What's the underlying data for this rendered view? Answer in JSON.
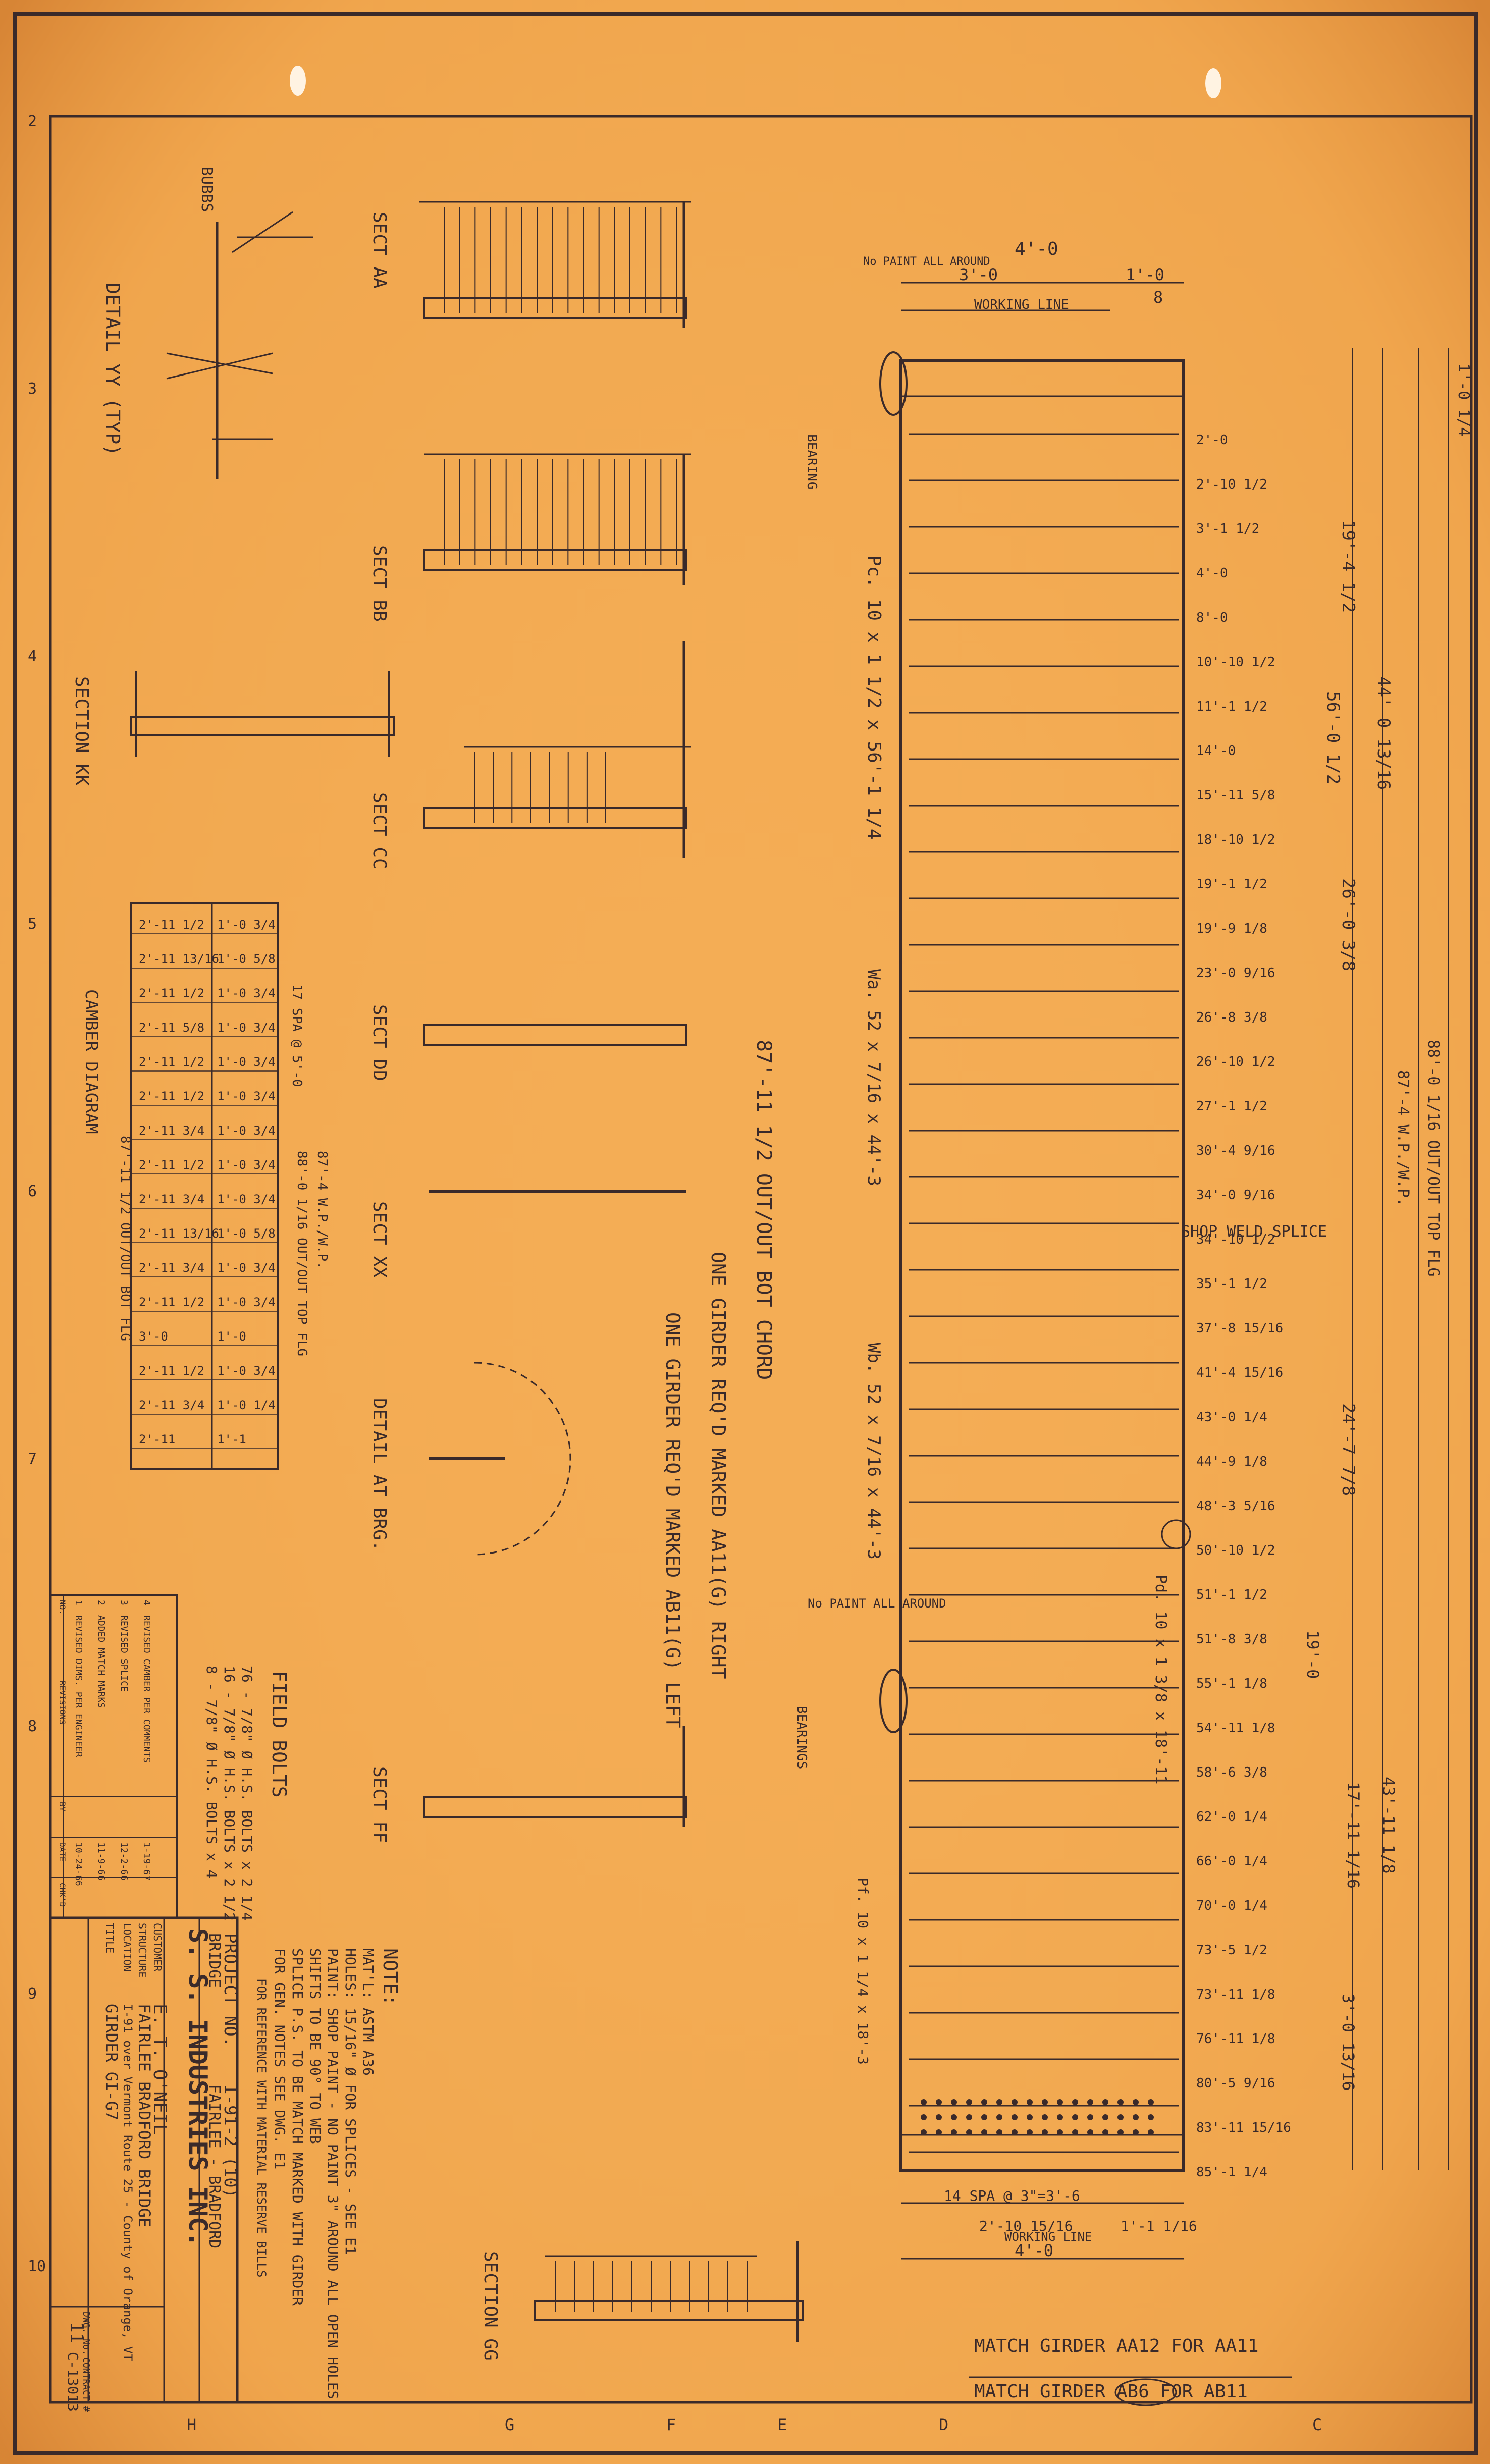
{
  "title_block": {
    "project_no_label": "PROJECT NO.",
    "project_no": "I-91-2 (10)",
    "bridge_label": "BRIDGE",
    "bridge_name": "FAIRLEE - BRADFORD",
    "company": "S. S. INDUSTRIES INC.",
    "customer_label": "CUSTOMER",
    "customer": "E. T. O'NEIL",
    "structure_label": "STRUCTURE",
    "structure": "FAIRLEE BRADFORD BRIDGE",
    "location_label": "LOCATION",
    "location": "I-91 over Vermont Route 25 - County of Orange, VT",
    "title_label": "TITLE",
    "title": "GIRDER GI-G7",
    "dwg_no_label": "DWG. No.",
    "dwg_no": "11",
    "contract_label": "CONTRACT #",
    "contract_no": "C-13013"
  },
  "revisions": {
    "header": [
      "NO.",
      "REVISIONS",
      "BY",
      "DATE",
      "CHK'D"
    ],
    "rows": [
      {
        "no": "1",
        "text": "REVISED DIMS. PER ENGINEER",
        "date": "10-24-66"
      },
      {
        "no": "2",
        "text": "ADDED MATCH MARKS",
        "date": "11-9-66"
      },
      {
        "no": "3",
        "text": "REVISED SPLICE",
        "date": "12-2-66"
      },
      {
        "no": "4",
        "text": "REVISED CAMBER PER COMMENTS",
        "date": "1-19-67"
      }
    ]
  },
  "field_bolts": {
    "title": "FIELD BOLTS",
    "lines": [
      "76 - 7/8\" Ø H.S. BOLTS x 2 1/4",
      "16 - 7/8\" Ø H.S. BOLTS x 2 1/2",
      "8 - 7/8\" Ø H.S. BOLTS x 4"
    ]
  },
  "notes": {
    "title": "NOTE:",
    "lines": [
      "MAT'L: ASTM A36",
      "HOLES: 15/16\" Ø FOR SPLICES - SEE E1",
      "PAINT: SHOP PAINT - NO PAINT 3\" AROUND ALL OPEN HOLES",
      "SHIFTS TO BE 90° TO WEB",
      "SPLICE P.S. TO BE MATCH MARKED WITH GIRDER",
      "FOR GEN. NOTES SEE DWG. E1",
      "FOR REFERENCE WITH MATERIAL RESERVE BILLS"
    ]
  },
  "sections": {
    "aa": "SECT AA",
    "bb": "SECT BB",
    "cc": "SECT CC",
    "dd": "SECT DD",
    "xx": "SECT XX",
    "ff": "SECT FF",
    "gg": "SECTION GG",
    "kk": "SECTION KK",
    "yy": "DETAIL YY (TYP)",
    "brg": "DETAIL AT BRG.",
    "camber": "CAMBER DIAGRAM",
    "bubbs": "BUBBS"
  },
  "girder": {
    "working_line": "WORKING LINE",
    "no_paint": "No PAINT ALL AROUND",
    "bearing": "BEARING",
    "bearing_2": "BEARINGS",
    "web_1": "Wa. 52 x 7/16 x 44'-3",
    "web_2": "Wb. 52 x 7/16 x 44'-3",
    "flange_1": "Pc. 10 x 1 1/2 x 56'-1 1/4",
    "flange_2": "Pd. 10 x 1 3/8 x 18'-11",
    "flange_3": "Pf. 10 x 1 1/4 x 18'-3",
    "one_girder": "ONE GIRDER REQ'D MARKED AA11(G) RIGHT",
    "one_girder_2": "ONE GIRDER REQ'D MARKED AB11(G) LEFT",
    "overall_bottom": "87'-11 1/2 OUT/OUT BOT CHORD",
    "overall_top": "88'-0 1/16 OUT/OUT TOP FLG",
    "overall_wp": "87'-4 W.P./W.P.",
    "shop_splice": "SHOP WELD SPLICE",
    "top_dims": [
      "4'-0",
      "3'-0",
      "1'-0",
      "8"
    ],
    "bottom_dims": [
      "14 SPA @ 3\"=3'-6",
      "2'-10 15/16",
      "1'-1 1/16",
      "4'-0"
    ]
  },
  "stiffener_dims": [
    "2'-0",
    "2'-10 1/2",
    "3'-1 1/2",
    "4'-0",
    "8'-0",
    "10'-10 1/2",
    "11'-1 1/2",
    "14'-0",
    "15'-11 5/8",
    "18'-10 1/2",
    "19'-1 1/2",
    "19'-9 1/8",
    "23'-0 9/16",
    "26'-8 3/8",
    "26'-10 1/2",
    "27'-1 1/2",
    "30'-4 9/16",
    "34'-0 9/16",
    "34'-10 1/2",
    "35'-1 1/2",
    "37'-8 15/16",
    "41'-4 15/16",
    "43'-0 1/4",
    "44'-9 1/8",
    "48'-3 5/16",
    "50'-10 1/2",
    "51'-1 1/2",
    "51'-8 3/8",
    "55'-1 1/8",
    "54'-11 1/8",
    "58'-6 3/8",
    "62'-0 1/4",
    "66'-0 1/4",
    "70'-0 1/4",
    "73'-5 1/2",
    "73'-11 1/8",
    "76'-11 1/8",
    "80'-5 9/16",
    "83'-11 15/16",
    "85'-1 1/4"
  ],
  "right_dims": [
    "1'-0 1/4",
    "19'-4 1/2",
    "44'-0 13/16",
    "56'-0 1/2",
    "26'-0 3/8",
    "24'-7 7/8",
    "19'-0",
    "17'-11 1/16",
    "43'-11 1/8",
    "3'-0 13/16"
  ],
  "camber_rows": [
    [
      "2'-11 1/2",
      "1'-0 3/4"
    ],
    [
      "2'-11 13/16",
      "1'-0 5/8"
    ],
    [
      "2'-11 1/2",
      "1'-0 3/4"
    ],
    [
      "2'-11 5/8",
      "1'-0 3/4"
    ],
    [
      "2'-11 1/2",
      "1'-0 3/4"
    ],
    [
      "2'-11 1/2",
      "1'-0 3/4"
    ],
    [
      "2'-11 3/4",
      "1'-0 3/4"
    ],
    [
      "2'-11 1/2",
      "1'-0 3/4"
    ],
    [
      "2'-11 3/4",
      "1'-0 3/4"
    ],
    [
      "2'-11 13/16",
      "1'-0 5/8"
    ],
    [
      "2'-11 3/4",
      "1'-0 3/4"
    ],
    [
      "2'-11 1/2",
      "1'-0 3/4"
    ],
    [
      "3'-0",
      "1'-0"
    ],
    [
      "2'-11 1/2",
      "1'-0 3/4"
    ],
    [
      "2'-11 3/4",
      "1'-0 1/4"
    ],
    [
      "2'-11",
      "1'-1"
    ]
  ],
  "camber_dims": [
    "87'-11 1/2 OUT/OUT BOT FLG",
    "88'-0 1/16 OUT/OUT TOP FLG",
    "87'-4 W.P./W.P.",
    "17 SPA @ 5'-0"
  ],
  "match_lines": [
    "MATCH GIRDER AA12 FOR AA11",
    "MATCH GIRDER AB6 FOR AB11"
  ],
  "row_letters": [
    "H",
    "G",
    "F",
    "E",
    "D",
    "C"
  ],
  "col_numbers": [
    "2",
    "3",
    "4",
    "5",
    "6",
    "7",
    "8",
    "9",
    "10"
  ],
  "colors": {
    "paper": "#f4ad55",
    "ink": "#3a2a2a",
    "border": "#5a1d23"
  }
}
